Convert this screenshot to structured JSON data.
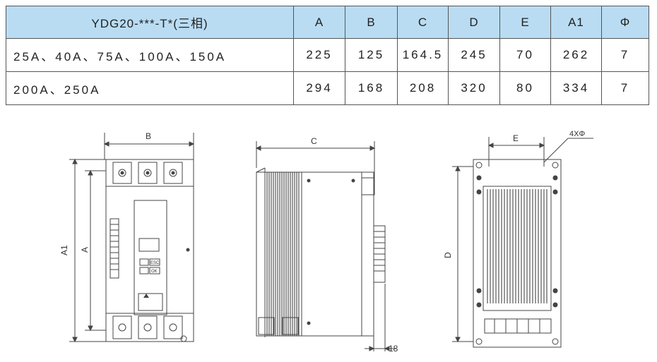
{
  "table": {
    "headers": [
      "YDG20-***-T*(三相)",
      "A",
      "B",
      "C",
      "D",
      "E",
      "A1",
      "Φ"
    ],
    "rows": [
      [
        "25A、40A、75A、100A、150A",
        "225",
        "125",
        "164.5",
        "245",
        "70",
        "262",
        "7"
      ],
      [
        "200A、250A",
        "294",
        "168",
        "208",
        "320",
        "80",
        "334",
        "7"
      ]
    ]
  },
  "drawings": {
    "front": {
      "dim_width": "B",
      "dim_height_outer": "A1",
      "dim_height_inner": "A",
      "panel_keys": [
        "ESC",
        "OK"
      ]
    },
    "side": {
      "dim_width": "C",
      "dim_bottom": "18"
    },
    "back": {
      "dim_width": "E",
      "dim_height": "D",
      "hole_note": "4XΦ"
    }
  },
  "colors": {
    "header_bg": "#b9dcf2",
    "line": "#444444",
    "fin": "#333333"
  }
}
